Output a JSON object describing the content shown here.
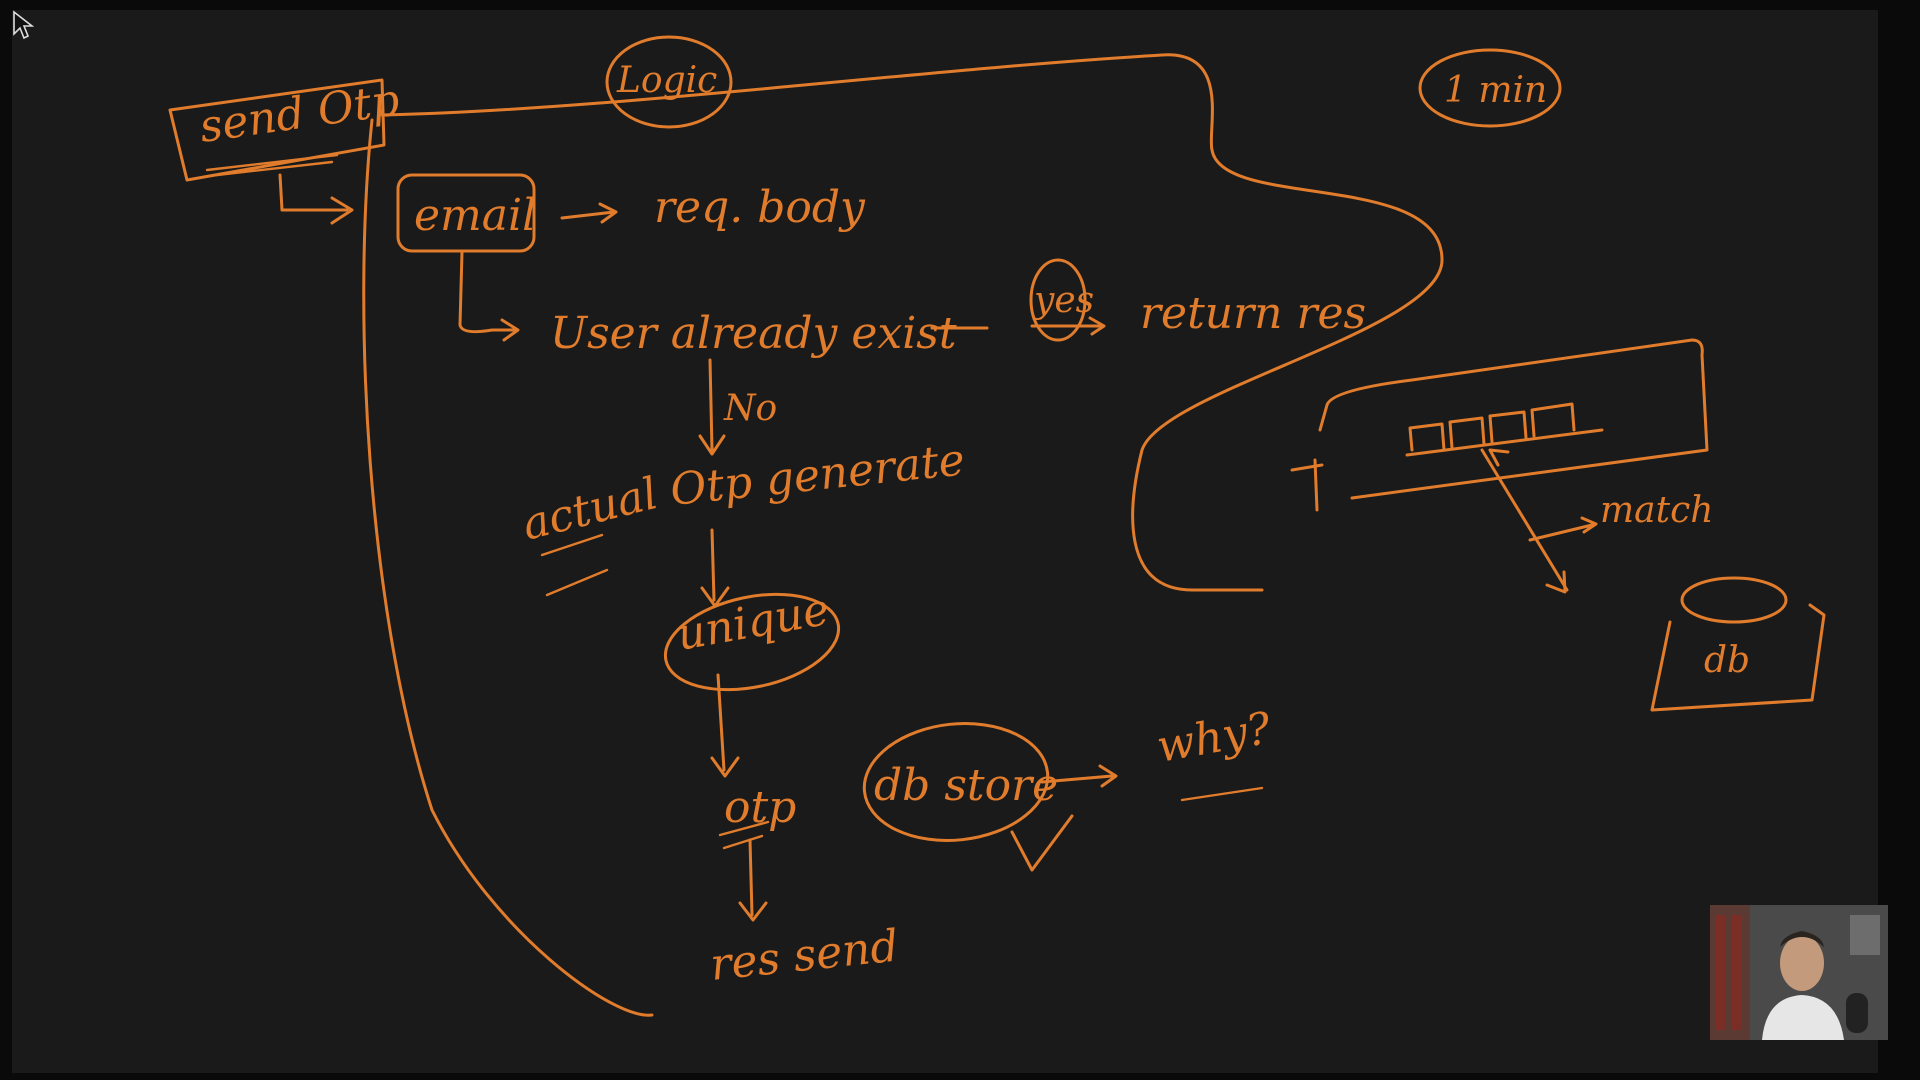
{
  "whiteboard": {
    "ink_color": "#e07c2c",
    "background_color": "#1a1a1a",
    "labels": {
      "send_otp": "send Otp",
      "logic": "Logic",
      "one_min": "1 min",
      "email": "email",
      "req_body": "req. body",
      "user_exist": "User already exist",
      "yes": "yes",
      "return_res": "return res",
      "no": "No",
      "actual": "actual",
      "otp_generate": "Otp generate",
      "unique": "unique",
      "otp": "otp",
      "db_store": "db store",
      "why": "why?",
      "res_send": "res send",
      "match": "match",
      "db": "db"
    }
  },
  "webcam": {
    "background_color": "#3a3a3a"
  }
}
